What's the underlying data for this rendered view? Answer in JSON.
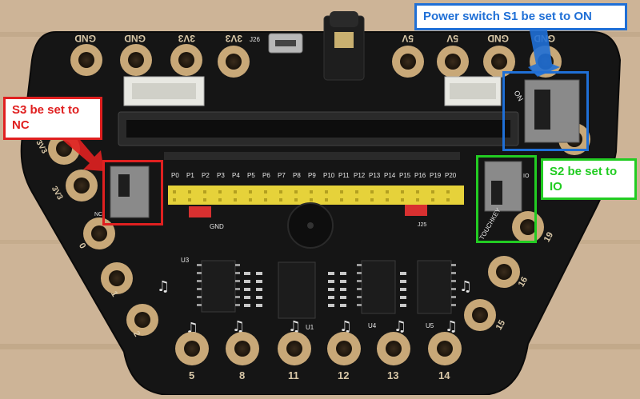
{
  "callouts": {
    "power": "Power switch S1 be set to ON",
    "s3_line1": "S3 be set to",
    "s3_line2": "NC",
    "s2_line1": "S2 be set to",
    "s2_line2": "IO"
  },
  "board": {
    "top_pads": [
      "GND",
      "GND",
      "3V3",
      "3V3",
      "5V",
      "5V",
      "GND",
      "GND"
    ],
    "bottom_pads": [
      "5",
      "8",
      "11",
      "12",
      "13",
      "14"
    ],
    "left_pads": [
      "3V3",
      "3V3",
      "0",
      "1",
      "2"
    ],
    "right_pads": [
      "19",
      "16",
      "15"
    ],
    "pin_labels": [
      "P0",
      "P1",
      "P2",
      "P3",
      "P4",
      "P5",
      "P6",
      "P7",
      "P8",
      "P9",
      "P10",
      "P11",
      "P12",
      "P13",
      "P14",
      "P15",
      "P16",
      "P19",
      "P20"
    ],
    "component_labels": {
      "u1": "U1",
      "u3": "U3",
      "u4": "U4",
      "u5": "U5",
      "j26": "J26",
      "j25": "J25",
      "on": "ON",
      "touchkey": "TOUCHKEY",
      "gnd": "GND",
      "nc": "NC",
      "io": "IO"
    }
  },
  "colors": {
    "background": "#cdb497",
    "board": "#151515",
    "pad": "#c8a878",
    "header": "#e6d23a",
    "accent_blue": "#1f6fd6",
    "accent_red": "#e02020",
    "accent_green": "#22cc22"
  }
}
